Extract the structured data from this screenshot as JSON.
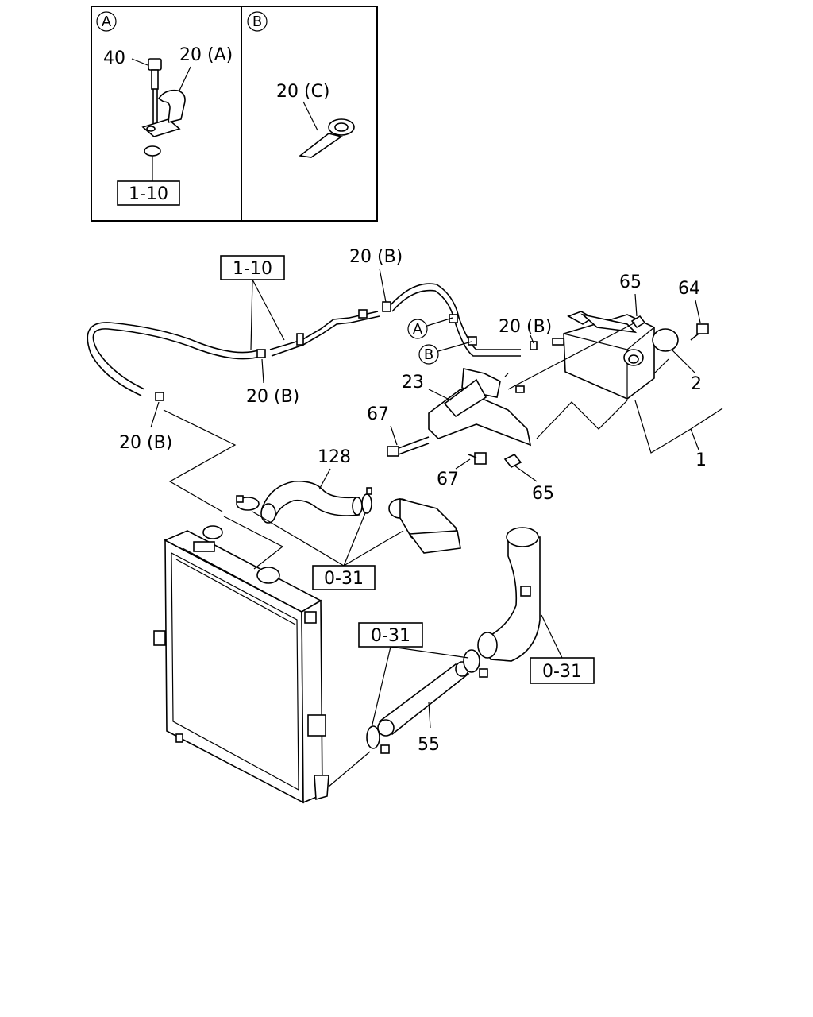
{
  "inset_a": {
    "marker": "A",
    "labels": {
      "bolt": "40",
      "clip": "20 (A)",
      "ref": "1-10"
    }
  },
  "inset_b": {
    "marker": "B",
    "labels": {
      "clip": "20 (C)"
    }
  },
  "callouts": {
    "ref_hose_top": "1-10",
    "clip_b_top": "20 (B)",
    "clip_b_mid": "20 (B)",
    "clip_b_right": "20 (B)",
    "clip_b_left": "20 (B)",
    "marker_a": "A",
    "marker_b": "B",
    "nut_top": "65",
    "bolt_top": "64",
    "cap": "2",
    "bracket": "23",
    "bolt_left": "67",
    "bolt_lower": "67",
    "nut_lower": "65",
    "tank": "1",
    "upper_hose": "128",
    "ref_clamps_upper": "0-31",
    "ref_clamps_lower": "0-31",
    "ref_pipe": "0-31",
    "lower_hose": "55"
  }
}
